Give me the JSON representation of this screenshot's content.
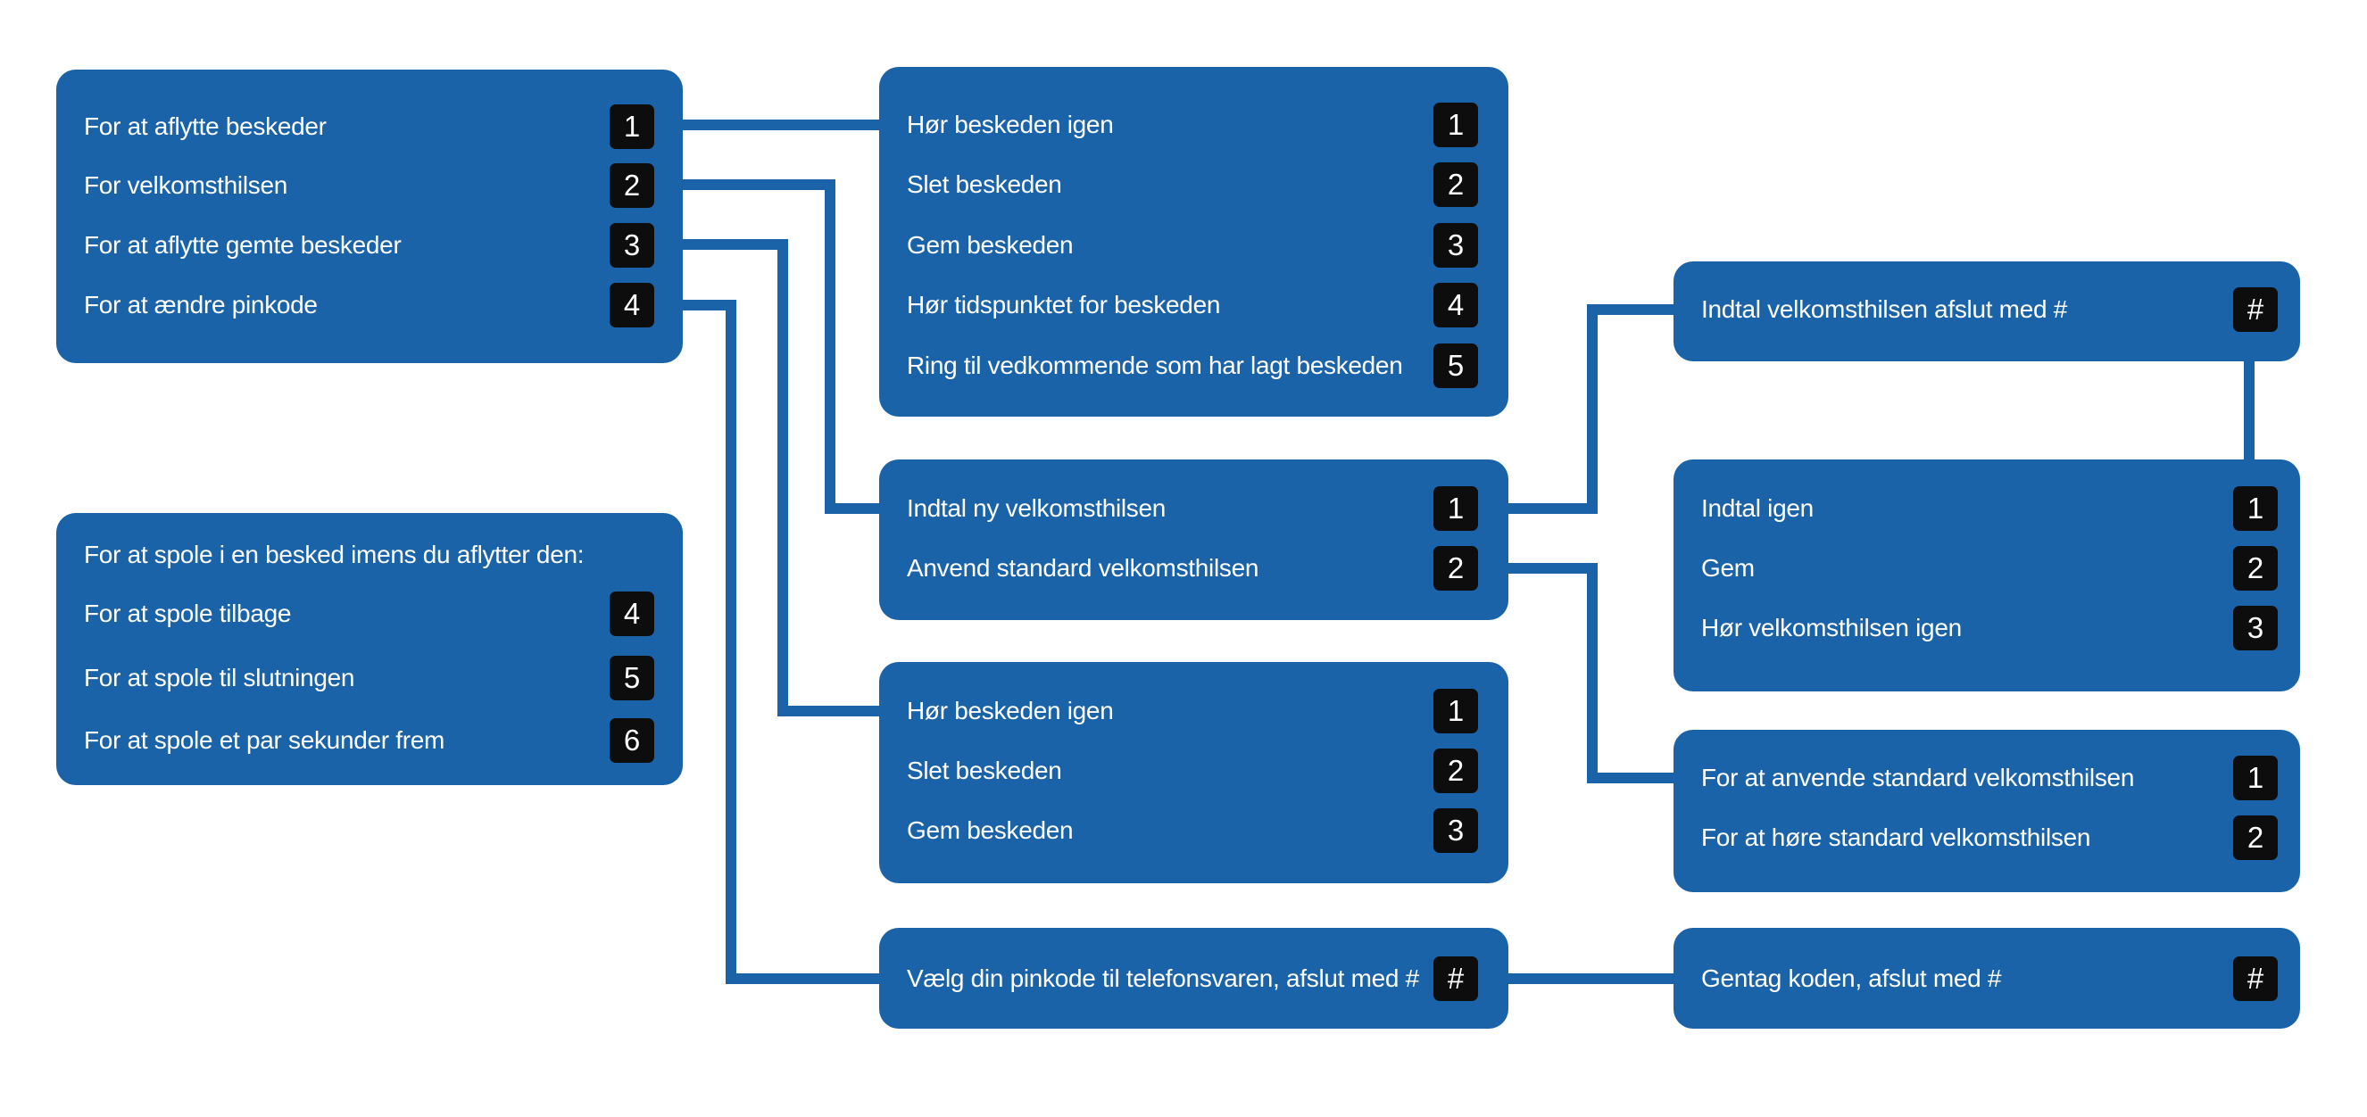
{
  "colors": {
    "box_blue": "#1b63a8",
    "connector_blue": "#1b63a8",
    "badge_black": "#0d0d0d",
    "text_white": "#ffffff",
    "background": "#ffffff"
  },
  "boxes": {
    "main_menu": {
      "items": [
        {
          "label": "For at aflytte beskeder",
          "key": "1"
        },
        {
          "label": "For velkomsthilsen",
          "key": "2"
        },
        {
          "label": "For at aflytte gemte beskeder",
          "key": "3"
        },
        {
          "label": "For at ændre pinkode",
          "key": "4"
        }
      ]
    },
    "rewind_menu": {
      "header": "For at spole i en besked imens du aflytter den:",
      "items": [
        {
          "label": "For at spole tilbage",
          "key": "4"
        },
        {
          "label": "For at spole til slutningen",
          "key": "5"
        },
        {
          "label": "For at spole et par sekunder frem",
          "key": "6"
        }
      ]
    },
    "listen_menu": {
      "items": [
        {
          "label": "Hør beskeden igen",
          "key": "1"
        },
        {
          "label": "Slet beskeden",
          "key": "2"
        },
        {
          "label": "Gem beskeden",
          "key": "3"
        },
        {
          "label": "Hør tidspunktet for beskeden",
          "key": "4"
        },
        {
          "label": "Ring til vedkommende som har lagt beskeden",
          "key": "5"
        }
      ]
    },
    "greeting_menu": {
      "items": [
        {
          "label": "Indtal ny velkomsthilsen",
          "key": "1"
        },
        {
          "label": "Anvend standard velkomsthilsen",
          "key": "2"
        }
      ]
    },
    "saved_menu": {
      "items": [
        {
          "label": "Hør beskeden igen",
          "key": "1"
        },
        {
          "label": "Slet beskeden",
          "key": "2"
        },
        {
          "label": "Gem beskeden",
          "key": "3"
        }
      ]
    },
    "pincode_prompt": {
      "items": [
        {
          "label": "Vælg din pinkode til telefonsvaren, afslut med #",
          "key": "#"
        }
      ]
    },
    "record_prompt": {
      "items": [
        {
          "label": "Indtal velkomsthilsen afslut med #",
          "key": "#"
        }
      ]
    },
    "record_confirm_menu": {
      "items": [
        {
          "label": "Indtal igen",
          "key": "1"
        },
        {
          "label": "Gem",
          "key": "2"
        },
        {
          "label": "Hør velkomsthilsen igen",
          "key": "3"
        }
      ]
    },
    "standard_greeting_menu": {
      "items": [
        {
          "label": "For at anvende standard velkomsthilsen",
          "key": "1"
        },
        {
          "label": "For at høre standard velkomsthilsen",
          "key": "2"
        }
      ]
    },
    "repeat_pincode_prompt": {
      "items": [
        {
          "label": "Gentag koden, afslut med #",
          "key": "#"
        }
      ]
    }
  },
  "connections": [
    {
      "from": "main_menu key 1",
      "to": "listen_menu"
    },
    {
      "from": "main_menu key 2",
      "to": "greeting_menu"
    },
    {
      "from": "main_menu key 3",
      "to": "saved_menu"
    },
    {
      "from": "main_menu key 4",
      "to": "pincode_prompt"
    },
    {
      "from": "greeting_menu key 1",
      "to": "record_prompt"
    },
    {
      "from": "greeting_menu key 2",
      "to": "standard_greeting_menu"
    },
    {
      "from": "record_prompt key #",
      "to": "record_confirm_menu"
    },
    {
      "from": "pincode_prompt key #",
      "to": "repeat_pincode_prompt"
    }
  ]
}
